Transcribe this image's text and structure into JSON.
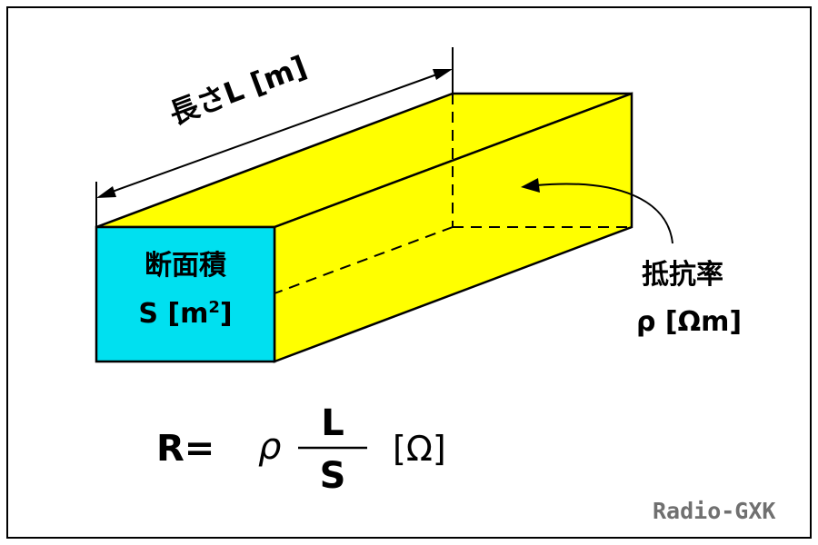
{
  "diagram": {
    "length_label": "長さL [m]",
    "cross_section": {
      "line1": "断面積",
      "line2_prefix": "S [m",
      "line2_sup": "2",
      "line2_suffix": "]"
    },
    "resistivity": {
      "line1": "抵抗率",
      "line2": "ρ [Ωm]"
    },
    "formula": {
      "lhs": "R=",
      "rho": "ρ",
      "numerator": "L",
      "denominator": "S",
      "unit": "[Ω]"
    },
    "watermark": "Radio-GXK"
  },
  "colors": {
    "front_face": "#00e0f0",
    "side_faces": "#ffff00",
    "stroke": "#000000",
    "watermark": "#707070"
  }
}
